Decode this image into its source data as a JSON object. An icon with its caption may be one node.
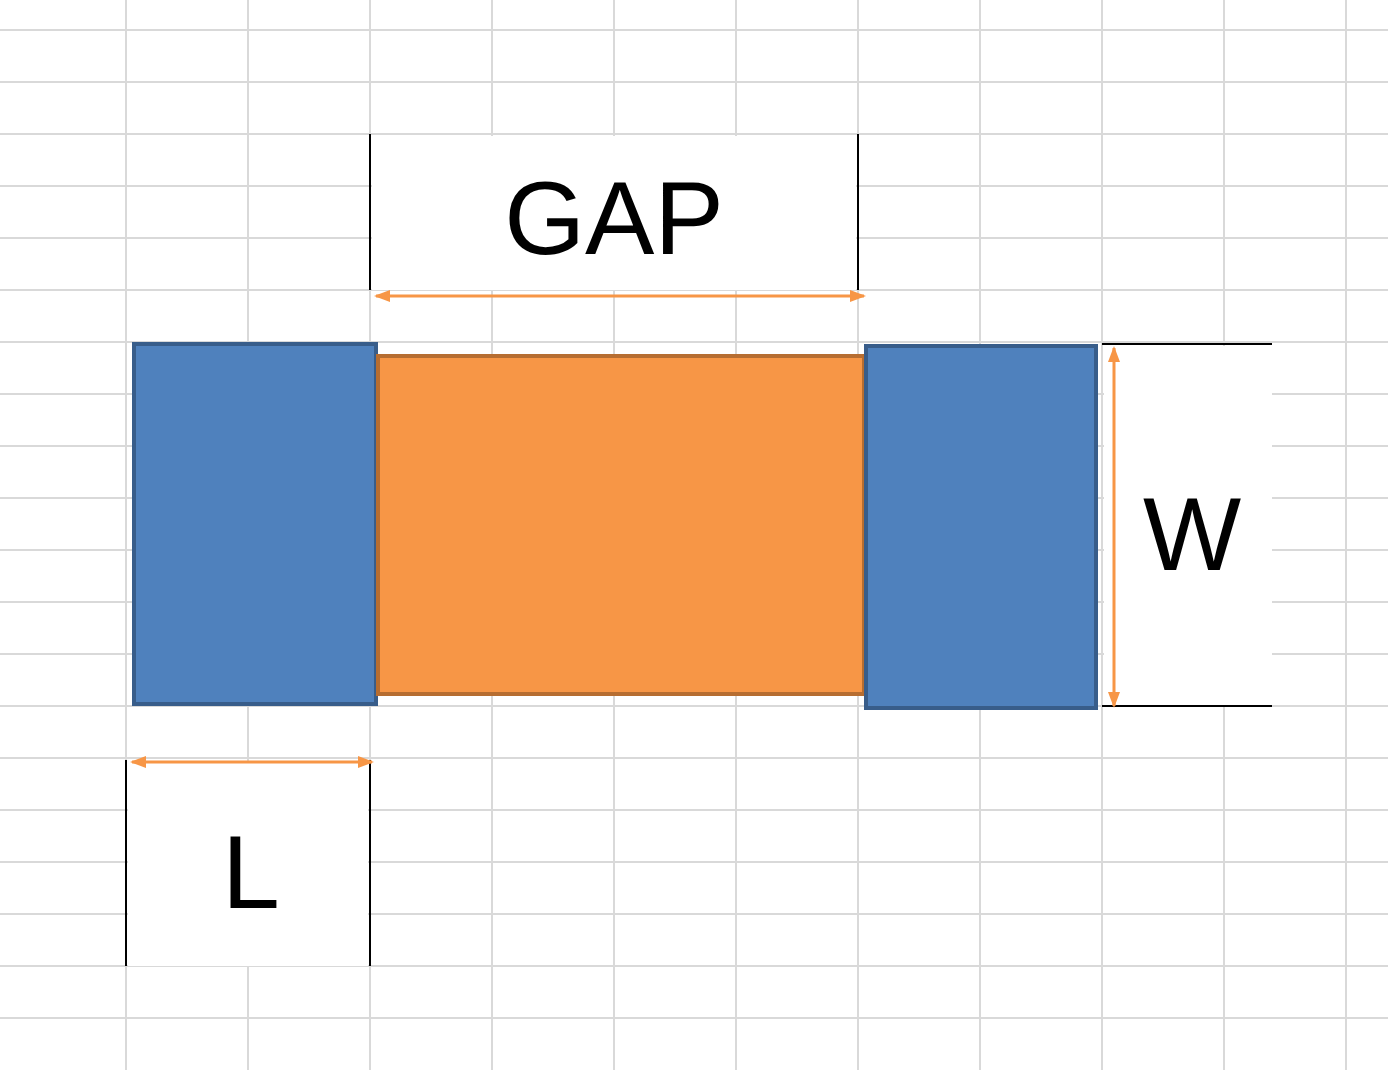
{
  "diagram": {
    "labels": [
      "GAP",
      "W",
      "L"
    ]
  }
}
